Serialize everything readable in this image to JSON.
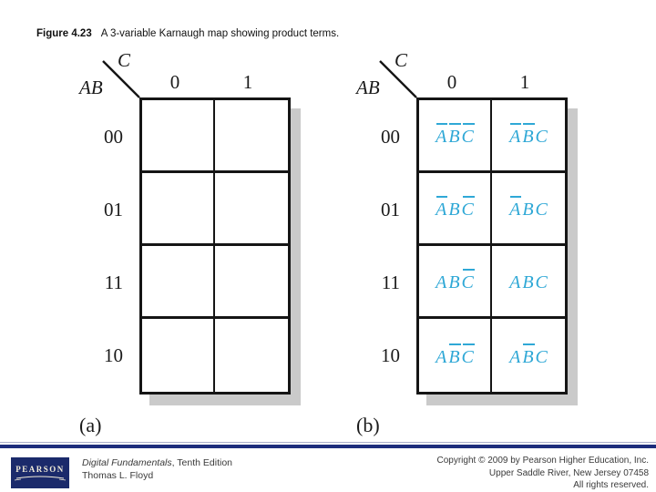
{
  "title": {
    "figure_label": "Figure 4.23",
    "caption": "A 3-variable Karnaugh map showing product terms."
  },
  "colors": {
    "term_cyan": "#2fa8d6",
    "navy_rule": "#1c2c7c",
    "logo_navy": "#1b2a6b",
    "shadow_gray": "#cacaca",
    "border_black": "#151515"
  },
  "maps": [
    {
      "name": "(a)",
      "corner_top": "C",
      "corner_side": "AB",
      "col_labels": [
        "0",
        "1"
      ],
      "row_labels": [
        "00",
        "01",
        "11",
        "10"
      ],
      "cells": [
        [
          [],
          []
        ],
        [
          [],
          []
        ],
        [
          [],
          []
        ],
        [
          [],
          []
        ]
      ]
    },
    {
      "name": "(b)",
      "corner_top": "C",
      "corner_side": "AB",
      "col_labels": [
        "0",
        "1"
      ],
      "row_labels": [
        "00",
        "01",
        "11",
        "10"
      ],
      "cells": [
        [
          [
            {
              "ch": "A",
              "bar": true
            },
            {
              "ch": "B",
              "bar": true
            },
            {
              "ch": "C",
              "bar": true
            }
          ],
          [
            {
              "ch": "A",
              "bar": true
            },
            {
              "ch": "B",
              "bar": true
            },
            {
              "ch": "C",
              "bar": false
            }
          ]
        ],
        [
          [
            {
              "ch": "A",
              "bar": true
            },
            {
              "ch": "B",
              "bar": false
            },
            {
              "ch": "C",
              "bar": true
            }
          ],
          [
            {
              "ch": "A",
              "bar": true
            },
            {
              "ch": "B",
              "bar": false
            },
            {
              "ch": "C",
              "bar": false
            }
          ]
        ],
        [
          [
            {
              "ch": "A",
              "bar": false
            },
            {
              "ch": "B",
              "bar": false
            },
            {
              "ch": "C",
              "bar": true
            }
          ],
          [
            {
              "ch": "A",
              "bar": false
            },
            {
              "ch": "B",
              "bar": false
            },
            {
              "ch": "C",
              "bar": false
            }
          ]
        ],
        [
          [
            {
              "ch": "A",
              "bar": false
            },
            {
              "ch": "B",
              "bar": true
            },
            {
              "ch": "C",
              "bar": true
            }
          ],
          [
            {
              "ch": "A",
              "bar": false
            },
            {
              "ch": "B",
              "bar": true
            },
            {
              "ch": "C",
              "bar": false
            }
          ]
        ]
      ]
    }
  ],
  "footer": {
    "logo_text": "PEARSON",
    "book_title": "Digital Fundamentals",
    "edition_suffix": ", Tenth Edition",
    "author": "Thomas L. Floyd",
    "copyright_lines": [
      "Copyright © 2009 by Pearson Higher Education, Inc.",
      "Upper Saddle River, New Jersey 07458",
      "All rights reserved."
    ]
  }
}
